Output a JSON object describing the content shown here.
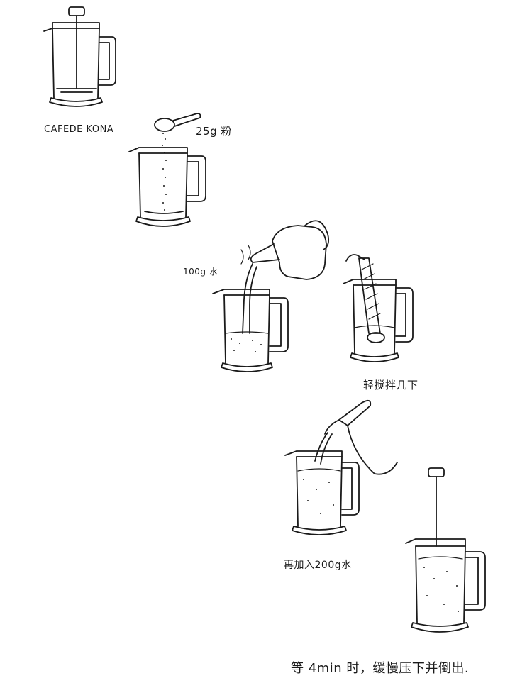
{
  "steps": [
    {
      "id": "step1",
      "label": "CAFEDE KONA"
    },
    {
      "id": "step2",
      "label": "25g 粉"
    },
    {
      "id": "step3",
      "label": "100g 水"
    },
    {
      "id": "step4",
      "label": "轻搅拌几下"
    },
    {
      "id": "step5",
      "label": "再加入200g水"
    },
    {
      "id": "step6",
      "label": "等 4min 时，缓慢压下并倒出."
    }
  ],
  "colors": {
    "ink": "#1a1a1a",
    "paper": "#ffffff"
  },
  "icons": [
    "french-press-icon",
    "measuring-spoon-icon",
    "kettle-icon",
    "stirring-spoon-icon",
    "plunger-icon"
  ]
}
